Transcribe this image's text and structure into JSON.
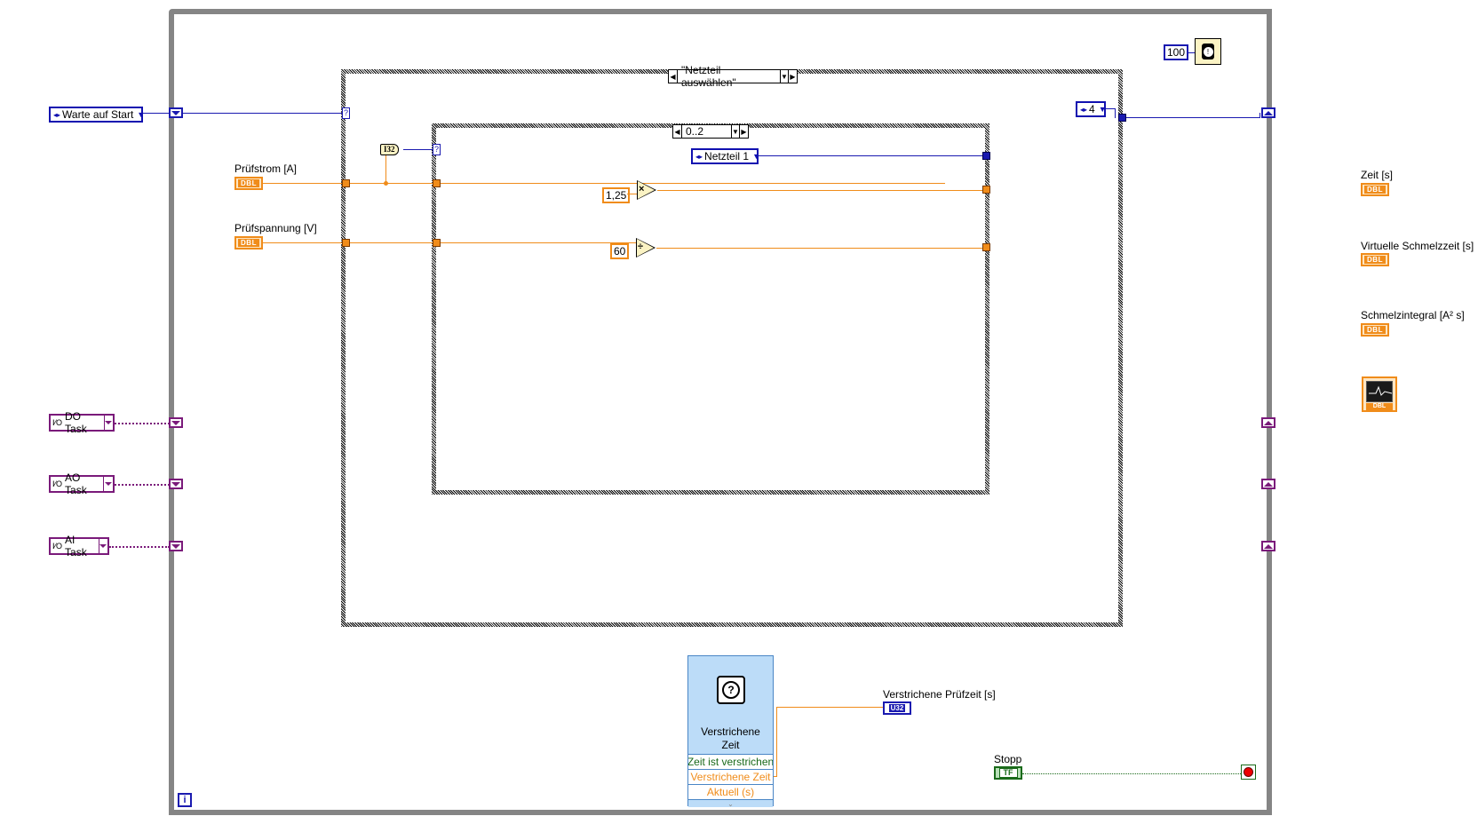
{
  "window": {
    "kind": "LabVIEW block diagram"
  },
  "loop": {
    "iteration_terminal": "i",
    "wait_ms_constant": "100",
    "wait_icon": "metronome-wait-icon"
  },
  "controls_left": {
    "state_enum": "Warte auf Start",
    "tasks": [
      "DO Task",
      "AO Task",
      "AI Task"
    ],
    "pruefstrom_label": "Prüfstrom [A]",
    "pruefspannung_label": "Prüfspannung [V]",
    "dbl_type": "DBL"
  },
  "outer_case": {
    "selector": "\"Netzteil auswählen\"",
    "selector_terminal": "?",
    "next_state_enum": "4"
  },
  "inner_case": {
    "selector": "0..2",
    "selector_terminal": "?",
    "type_constant": "I32",
    "netzteil_enum": "Netzteil 1"
  },
  "math": {
    "multiply_constant": "1,25",
    "multiply_symbol": "×",
    "divide_constant": "60",
    "divide_symbol": "÷"
  },
  "indicators_right": [
    {
      "label": "Zeit [s]",
      "type": "DBL"
    },
    {
      "label": "Virtuelle Schmelzzeit [s]",
      "type": "DBL"
    },
    {
      "label": "Schmelzintegral [A² s]",
      "type": "DBL"
    }
  ],
  "graph_indicator": {
    "type": "DBL"
  },
  "express_vi": {
    "title_line1": "Verstrichene",
    "title_line2": "Zeit",
    "outputs": [
      "Zeit ist verstrichen",
      "Verstrichene Zeit",
      "Aktuell (s)"
    ],
    "expand": "⌄"
  },
  "elapsed_indicator": {
    "label": "Verstrichene Prüfzeit [s]",
    "type": "U32"
  },
  "stop": {
    "label": "Stopp",
    "type": "TF"
  },
  "colors": {
    "dbl_wire": "#f08c1a",
    "enum_wire": "#1a1ab0",
    "task_wire": "#7a1a7a",
    "bool_wire": "#1a6a1a",
    "loop_border": "#858585"
  }
}
